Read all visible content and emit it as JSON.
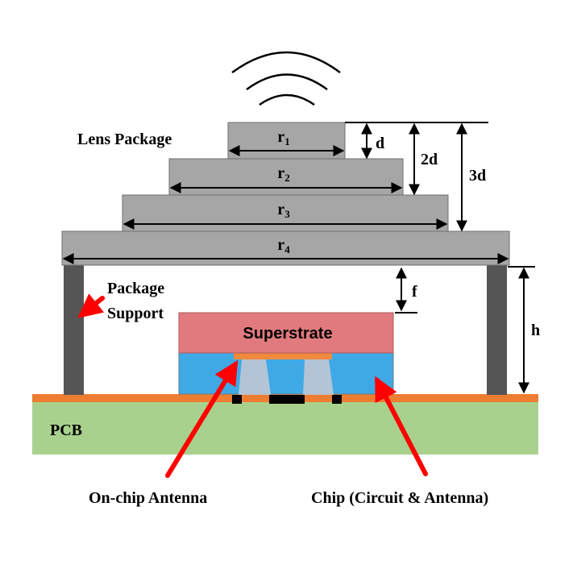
{
  "labels": {
    "lens_package": "Lens Package",
    "package_support_line1": "Package",
    "package_support_line2": "Support",
    "pcb": "PCB",
    "superstrate": "Superstrate",
    "on_chip_antenna": "On-chip Antenna",
    "chip": "Chip (Circuit & Antenna)"
  },
  "dimensions": {
    "r1": {
      "base": "r",
      "sub": "1"
    },
    "r2": {
      "base": "r",
      "sub": "2"
    },
    "r3": {
      "base": "r",
      "sub": "3"
    },
    "r4": {
      "base": "r",
      "sub": "4"
    },
    "d": "d",
    "d2": "2d",
    "d3": "3d",
    "f": "f",
    "h": "h"
  },
  "colors": {
    "lens": "#a6a6a6",
    "lens_stroke": "#6e6e6e",
    "support": "#555555",
    "pcb": "#a9d18e",
    "pcb_copper": "#ed7d31",
    "superstrate": "#e07a7e",
    "chip": "#3fa9e6",
    "antenna": "#f08a3c",
    "arrow_red": "#ff0000",
    "ink": "#000000"
  }
}
